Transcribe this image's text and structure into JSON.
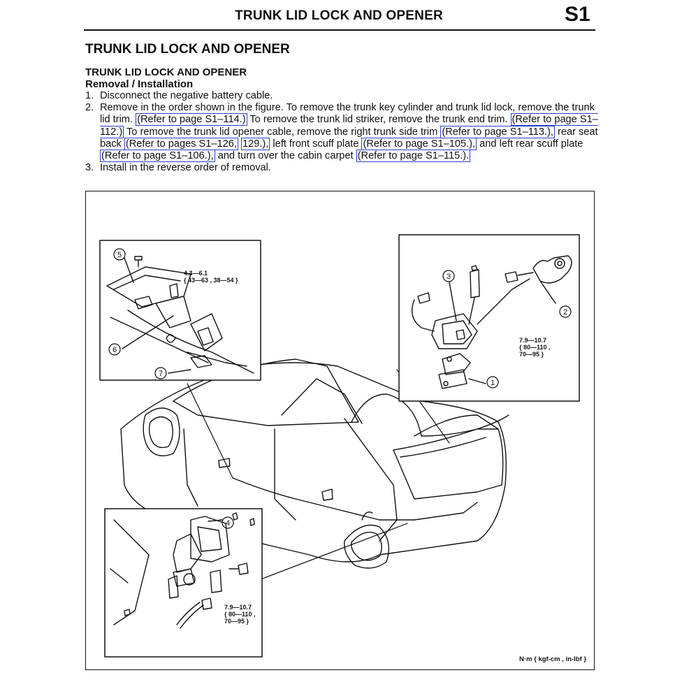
{
  "header": {
    "title": "TRUNK LID LOCK AND OPENER",
    "section": "S1"
  },
  "heading": "TRUNK LID LOCK AND OPENER",
  "subheading": "TRUNK LID LOCK AND OPENER",
  "procedure": "Removal / Installation",
  "steps": {
    "s1": {
      "num": "1.",
      "text": "Disconnect the negative battery cable."
    },
    "s2": {
      "num": "2.",
      "t1": "Remove in the order shown in the figure. To remove the trunk key cylinder and trunk lid lock, remove the trunk lid trim.",
      "r1": "(Refer to page S1–114.)",
      "t2": "To remove the trunk lid striker, remove the trunk end trim.",
      "r2": "(Refer to page S1–112.)",
      "t3": "To remove the trunk lid opener cable, remove the right trunk side trim",
      "r3": "(Refer to page S1–113.),",
      "t4": "rear seat back",
      "r4": "(Refer to pages S1–126,",
      "r5": "129.),",
      "t5": "left front scuff plate",
      "r6": "(Refer to page S1–105.),",
      "t6": "and left rear scuff plate",
      "r7": "(Refer to page S1–106.),",
      "t7": "and turn over the cabin carpet",
      "r8": "(Refer to page S1–115.)."
    },
    "s3": {
      "num": "3.",
      "text": "Install in the reverse order of removal."
    }
  },
  "figure": {
    "torque_top_left": "4.3—6.1\n{ 43—63 , 38—54 }",
    "torque_top_right": "7.9—10.7\n{ 80—110 ,\n70—95 }",
    "torque_bottom": "7.9—10.7\n{ 80—110 ,\n70—95 }",
    "units": "N·m { kgf-cm , in-lbf }",
    "callouts": {
      "c1": "1",
      "c2": "2",
      "c3": "3",
      "c4": "4",
      "c5": "5",
      "c6": "6",
      "c7": "7"
    }
  }
}
